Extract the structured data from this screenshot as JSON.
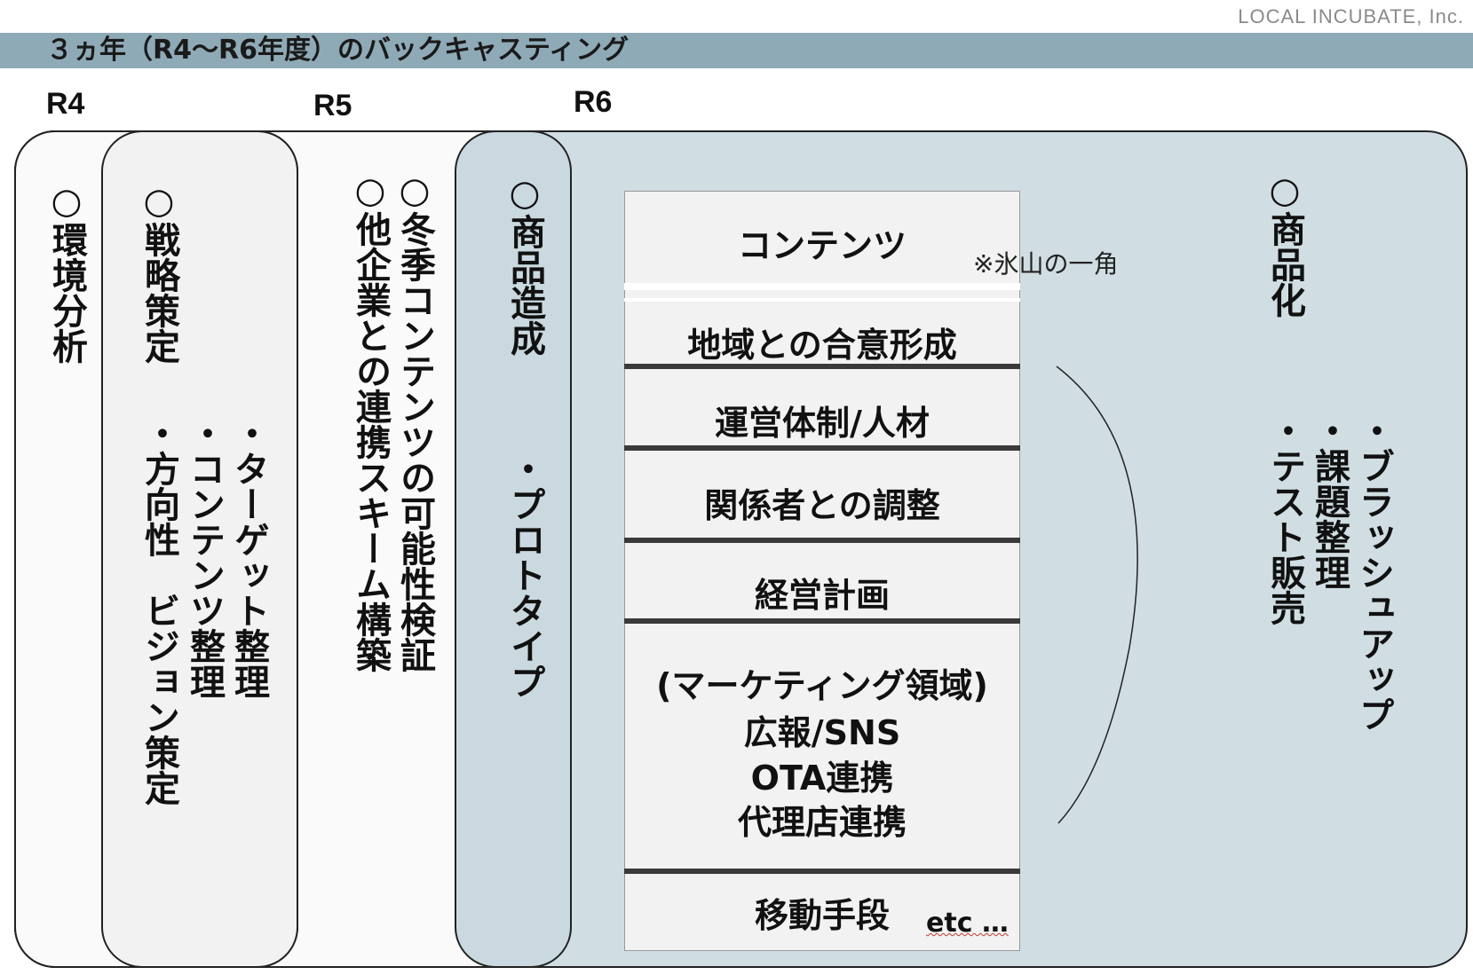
{
  "brand": "LOCAL INCUBATE, Inc.",
  "title": "３ヵ年（R4〜R6年度）のバックキャスティング",
  "years": [
    "R4",
    "R5",
    "R6"
  ],
  "columns": {
    "r4_env": "○環境分析",
    "r4_strategy": "○戦略策定",
    "r4_target": "・ターゲット整理",
    "r4_content": "・コンテンツ整理",
    "r4_direction": "・方向性　ビジョン策定",
    "r5_winter": "○冬季コンテンツの可能性検証",
    "r5_partner": "○他企業との連携スキーム構築",
    "r6_product_create": "○商品造成",
    "r6_prototype": "・プロトタイプ",
    "r6_commercial": "○商品化",
    "r6_brushup": "・ブラッシュアップ",
    "r6_issues": "・課題整理",
    "r6_test": "・テスト販売"
  },
  "stack": {
    "items": [
      "コンテンツ",
      "地域との合意形成",
      "運営体制/人材",
      "関係者との調整",
      "経営計画"
    ],
    "marketing_lines": [
      "(マーケティング領域)",
      "広報/SNS",
      "OTA連携",
      "代理店連携"
    ],
    "last": "移動手段",
    "etc": "etc …"
  },
  "note": "※氷山の一角",
  "colors": {
    "title_bar": "#8faab7",
    "r6_fill": "#d0dee3",
    "r5_fill": "#fafafa",
    "stack_fill": "#f2f2f2"
  }
}
